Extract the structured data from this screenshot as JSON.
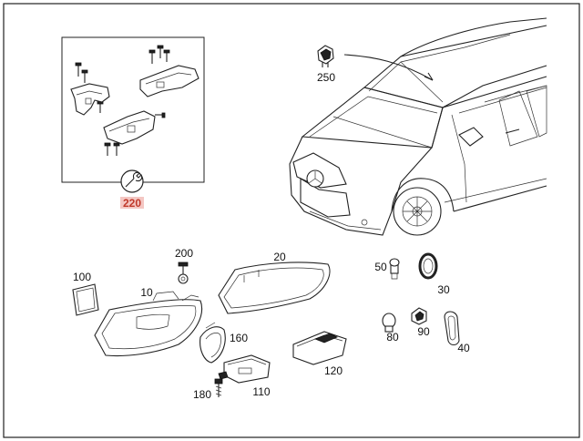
{
  "parts": {
    "p10": "10",
    "p20": "20",
    "p30": "30",
    "p40": "40",
    "p50": "50",
    "p80": "80",
    "p90": "90",
    "p100": "100",
    "p110": "110",
    "p120": "120",
    "p160": "160",
    "p180": "180",
    "p200": "200",
    "p220": "220",
    "p250": "250"
  },
  "colors": {
    "highlight": "#c0392b",
    "line": "#222222",
    "highlight_bg": "#f4c7c3"
  },
  "icons": {
    "repair_kit": "wrench-icon"
  }
}
